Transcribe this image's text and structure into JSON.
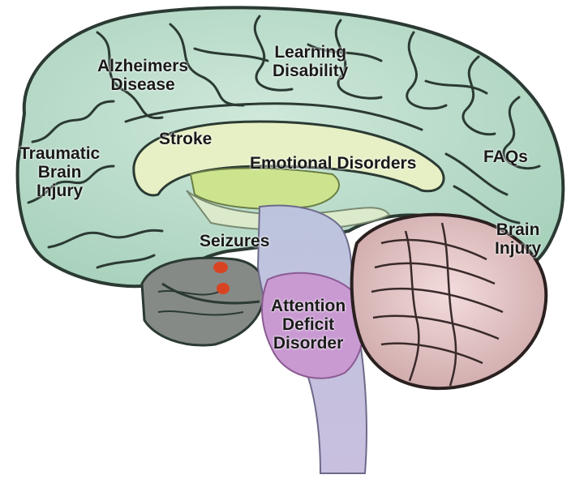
{
  "image_map": {
    "links": [
      {
        "id": "alzheimers",
        "lines": [
          "Alzheimers",
          "Disease"
        ]
      },
      {
        "id": "learning-disability",
        "lines": [
          "Learning",
          "Disability"
        ]
      },
      {
        "id": "stroke",
        "lines": [
          "Stroke"
        ]
      },
      {
        "id": "traumatic-brain-injury",
        "lines": [
          "Traumatic",
          "Brain",
          "Injury"
        ]
      },
      {
        "id": "emotional-disorders",
        "lines": [
          "Emotional Disorders"
        ]
      },
      {
        "id": "faqs",
        "lines": [
          "FAQs"
        ]
      },
      {
        "id": "brain-injury",
        "lines": [
          "Brain",
          "Injury"
        ]
      },
      {
        "id": "seizures",
        "lines": [
          "Seizures"
        ]
      },
      {
        "id": "attention-deficit-disorder",
        "lines": [
          "Attention",
          "Deficit",
          "Disorder"
        ]
      }
    ]
  },
  "colors": {
    "cortex": "#bfe0cf",
    "sulci": "#2b3a33",
    "corpus_callosum": "#e6f0c4",
    "thalamus": "#cde48f",
    "brainstem": "#c4b4d8",
    "pons": "#c99ad2",
    "cerebellum": "#e9c8c9",
    "temporal": "#858a87",
    "amygdala": "#d84422"
  }
}
